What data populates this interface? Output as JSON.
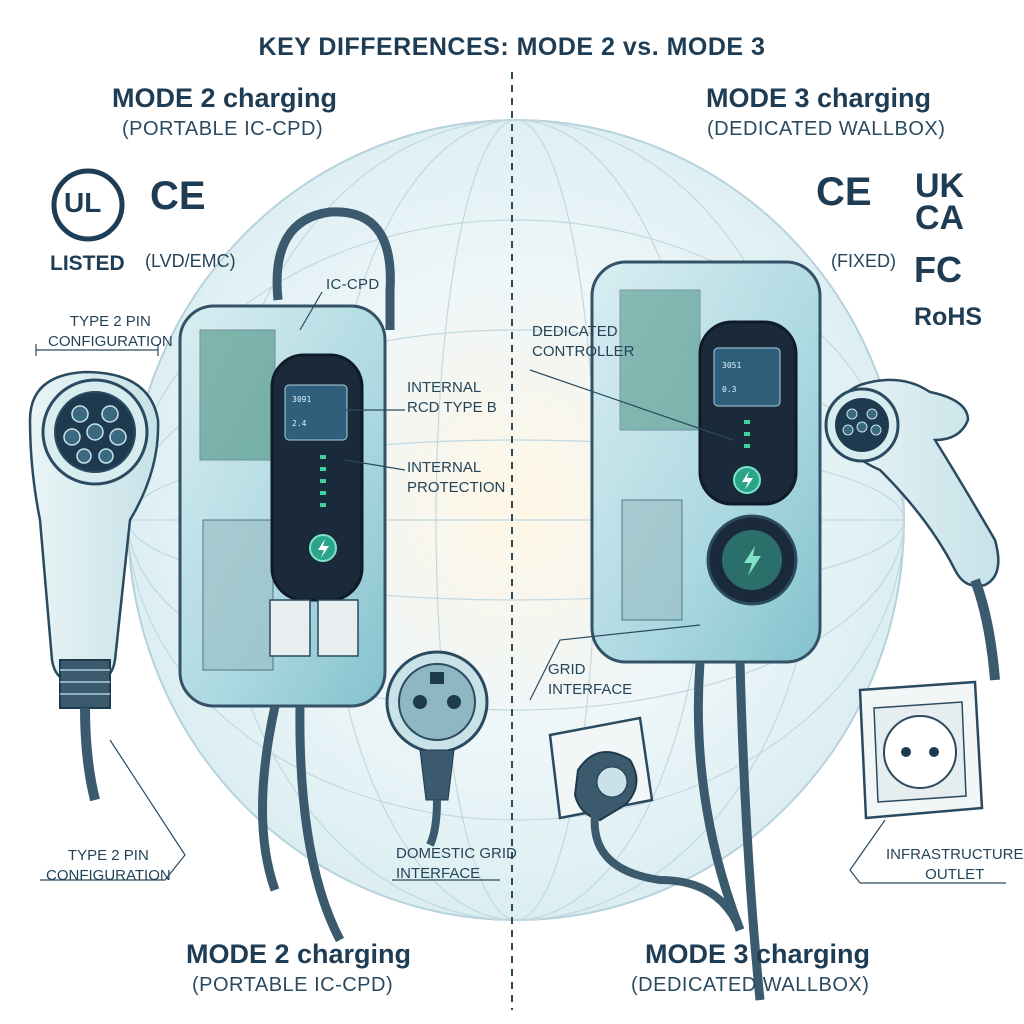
{
  "title": "KEY DIFFERENCES: MODE 2 vs. MODE 3",
  "left": {
    "heading": "MODE 2 charging",
    "subheading": "(PORTABLE IC-CPD)",
    "certs": {
      "ul_mark": "UL",
      "ul_listed": "LISTED",
      "ce": "CE",
      "ce_note": "(LVD/EMC)"
    },
    "labels": {
      "type2_top": [
        "TYPE 2 PIN",
        "CONFIGURATION"
      ],
      "iccpd": "IC-CPD",
      "rcd": [
        "INTERNAL",
        "RCD TYPE B"
      ],
      "protection": [
        "INTERNAL",
        "PROTECTION"
      ],
      "type2_bottom": [
        "TYPE 2 PIN",
        "CONFIGURATION"
      ],
      "domestic": [
        "DOMESTIC GRID",
        "INTERFACE"
      ]
    },
    "screen": [
      "3091",
      "2.4"
    ],
    "footer_heading": "MODE 2 charging",
    "footer_subheading": "(PORTABLE IC-CPD)"
  },
  "right": {
    "heading": "MODE 3 charging",
    "subheading": "(DEDICATED WALLBOX)",
    "certs": {
      "ce": "CE",
      "ce_note": "(FIXED)",
      "ukca_top": "UK",
      "ukca_bottom": "CA",
      "fc": "FC",
      "rohs": "RoHS"
    },
    "labels": {
      "controller": [
        "DEDICATED",
        "CONTROLLER"
      ],
      "grid": [
        "GRID",
        "INTERFACE"
      ],
      "outlet": [
        "INFRASTRUCTURE",
        "OUTLET"
      ]
    },
    "screen": [
      "3051",
      "0.3"
    ],
    "footer_heading": "MODE 3 charging",
    "footer_subheading": "(DEDICATED WALLBOX)"
  },
  "colors": {
    "ink": "#1e3d55",
    "teal": "#2aa58c",
    "glass": "#bfe2ea",
    "screen": "#1b2a3a"
  }
}
